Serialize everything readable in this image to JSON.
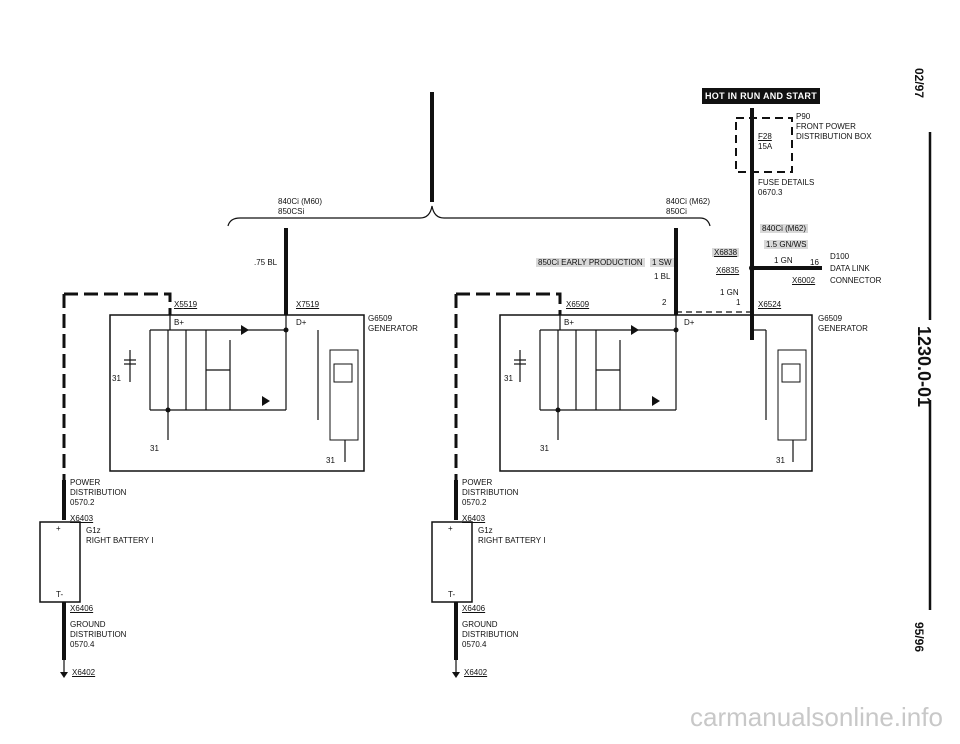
{
  "header": {
    "hot_label": "HOT IN RUN AND START"
  },
  "fuse": {
    "ref": "P90",
    "name": "FRONT POWER",
    "box": "DISTRIBUTION BOX",
    "fuse_id": "F28",
    "rating": "15A",
    "details": "FUSE DETAILS",
    "details_ref": "0670.3"
  },
  "variants": {
    "left_model": "840Ci (M60)",
    "left_model2": "850CSi",
    "right_model": "840Ci (M62)",
    "right_model2": "850Ci"
  },
  "wires": {
    "left_bl": ".75 BL",
    "right_bl": "1 BL",
    "early": "850Ci EARLY PRODUCTION",
    "sw": "1 SW",
    "m62": "840Ci (M62)",
    "gnws": "1.5 GN/WS",
    "gn1": "1 GN",
    "gn2": "1 GN",
    "pin16": "16",
    "pin2": "2",
    "pin1": "1"
  },
  "connectors": {
    "x5519": "X5519",
    "x7519": "X7519",
    "x6509": "X6509",
    "x6524": "X6524",
    "x6838": "X6838",
    "x6835": "X6835",
    "x6002": "X6002",
    "x6403": "X6403",
    "x6406": "X6406",
    "x6402": "X6402"
  },
  "datalink": {
    "ref": "D100",
    "name": "DATA LINK",
    "conn": "CONNECTOR"
  },
  "generator": {
    "ref": "G6509",
    "name": "GENERATOR",
    "bplus": "B+",
    "dplus": "D+",
    "g31": "31"
  },
  "power": {
    "line1": "POWER",
    "line2": "DISTRIBUTION",
    "ref": "0570.2"
  },
  "battery": {
    "ref": "G1z",
    "name": "RIGHT BATTERY I",
    "plus": "+",
    "minus": "T-"
  },
  "ground": {
    "line1": "GROUND",
    "line2": "DISTRIBUTION",
    "ref": "0570.4"
  },
  "side": {
    "date": "02/97",
    "code": "1230.0-01",
    "rev": "95/96"
  },
  "watermark": "carmanualsonline.info"
}
